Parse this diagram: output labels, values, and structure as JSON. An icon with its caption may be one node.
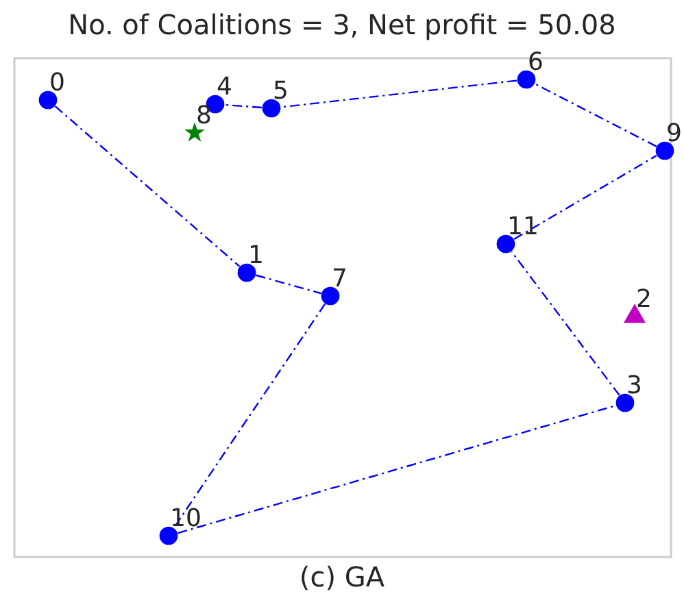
{
  "diagram": {
    "title": "No. of Coalitions = 3, Net profit = 50.08",
    "caption": "(c) GA",
    "nodes": [
      {
        "text": [],
        "shape": "circle",
        "beside": [
          "0"
        ]
      },
      {
        "text": [],
        "shape": "circle",
        "beside": [
          "1"
        ]
      },
      {
        "text": [],
        "shape": "triangle",
        "beside": [
          "2"
        ]
      },
      {
        "text": [],
        "shape": "circle",
        "beside": [
          "3"
        ]
      },
      {
        "text": [],
        "shape": "circle",
        "beside": [
          "4"
        ]
      },
      {
        "text": [],
        "shape": "circle",
        "beside": [
          "5"
        ]
      },
      {
        "text": [],
        "shape": "circle",
        "beside": [
          "6"
        ]
      },
      {
        "text": [],
        "shape": "circle",
        "beside": [
          "7"
        ]
      },
      {
        "text": [],
        "shape": "star",
        "beside": [
          "8"
        ]
      },
      {
        "text": [],
        "shape": "circle",
        "beside": [
          "9"
        ]
      },
      {
        "text": [],
        "shape": "circle",
        "beside": [
          "10"
        ]
      },
      {
        "text": [],
        "shape": "circle",
        "beside": [
          "11"
        ]
      }
    ],
    "edges": [
      {
        "from": 0,
        "to": 1,
        "arrow": "none"
      },
      {
        "from": 1,
        "to": 7,
        "arrow": "none"
      },
      {
        "from": 7,
        "to": 10,
        "arrow": "none"
      },
      {
        "from": 10,
        "to": 3,
        "arrow": "none"
      },
      {
        "from": 3,
        "to": 11,
        "arrow": "none"
      },
      {
        "from": 11,
        "to": 9,
        "arrow": "none"
      },
      {
        "from": 9,
        "to": 6,
        "arrow": "none"
      },
      {
        "from": 6,
        "to": 5,
        "arrow": "none"
      },
      {
        "from": 5,
        "to": 4,
        "arrow": "none"
      }
    ]
  }
}
